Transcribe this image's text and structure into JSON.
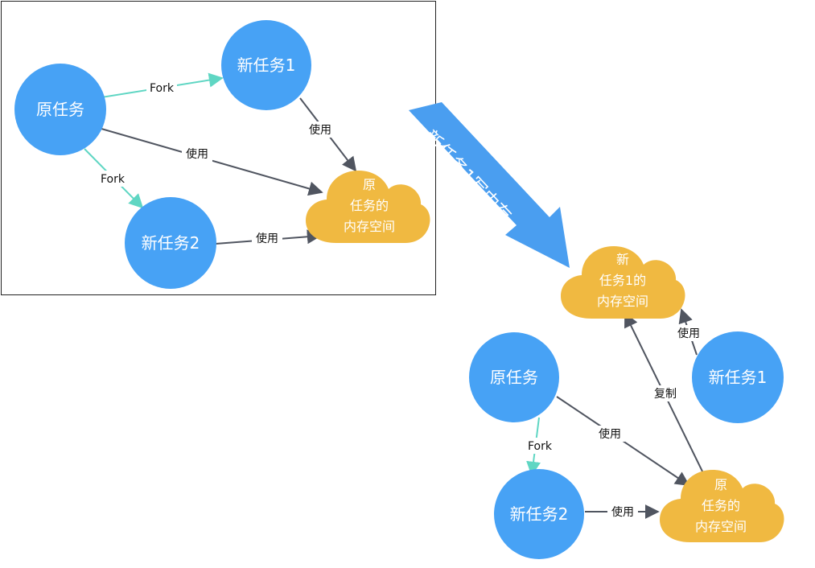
{
  "colors": {
    "circle": "#47a2f5",
    "cloud": "#f0b941",
    "fork_edge": "#5fd6c3",
    "use_edge": "#505560",
    "big_arrow": "#4a9ef0"
  },
  "left_panel": {
    "orig_task": "原任务",
    "new_task1": "新任务1",
    "new_task2": "新任务2",
    "cloud_lines": [
      "原",
      "任务的",
      "内存空间"
    ],
    "edges": {
      "fork1": "Fork",
      "fork2": "Fork",
      "use_orig": "使用",
      "use_new1": "使用",
      "use_new2": "使用"
    }
  },
  "transition_label": "新任务1写内存",
  "right_panel": {
    "new_cloud_lines": [
      "新",
      "任务1的",
      "内存空间"
    ],
    "orig_cloud_lines": [
      "原",
      "任务的",
      "内存空间"
    ],
    "orig_task": "原任务",
    "new_task1": "新任务1",
    "new_task2": "新任务2",
    "edges": {
      "use_new1": "使用",
      "copy": "复制",
      "use_orig": "使用",
      "fork": "Fork",
      "use_new2": "使用"
    }
  }
}
